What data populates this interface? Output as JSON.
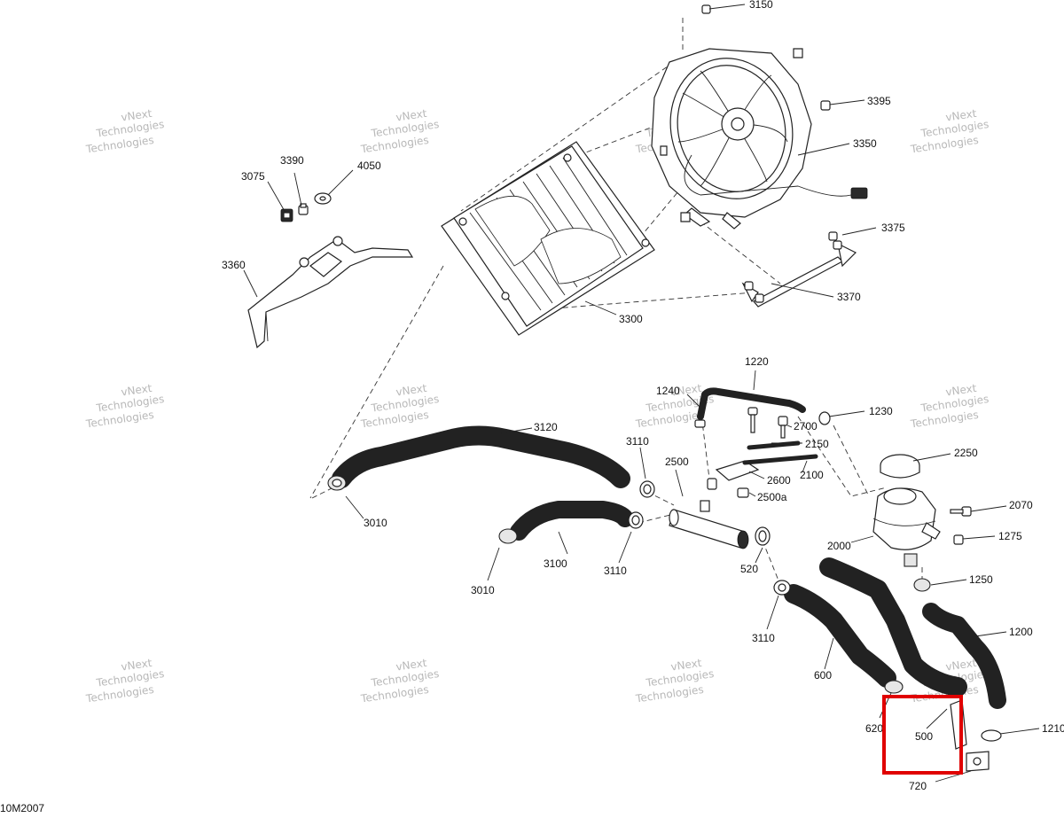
{
  "diagram": {
    "figure_code": "10M2007",
    "watermark": {
      "line1": "vNext",
      "line2": "Technologies",
      "line3": "Technologies"
    },
    "highlight_color": "#e00000",
    "callouts": [
      {
        "id": "3150",
        "label": "3150"
      },
      {
        "id": "3395",
        "label": "3395"
      },
      {
        "id": "3350",
        "label": "3350"
      },
      {
        "id": "3390",
        "label": "3390"
      },
      {
        "id": "3075",
        "label": "3075"
      },
      {
        "id": "4050",
        "label": "4050"
      },
      {
        "id": "3360",
        "label": "3360"
      },
      {
        "id": "3375",
        "label": "3375"
      },
      {
        "id": "3370",
        "label": "3370"
      },
      {
        "id": "3300",
        "label": "3300"
      },
      {
        "id": "1220",
        "label": "1220"
      },
      {
        "id": "1240",
        "label": "1240"
      },
      {
        "id": "1230",
        "label": "1230"
      },
      {
        "id": "2700",
        "label": "2700"
      },
      {
        "id": "2150",
        "label": "2150"
      },
      {
        "id": "3120",
        "label": "3120"
      },
      {
        "id": "3110a",
        "label": "3110"
      },
      {
        "id": "2500",
        "label": "2500"
      },
      {
        "id": "2600",
        "label": "2600"
      },
      {
        "id": "2100",
        "label": "2100"
      },
      {
        "id": "2250",
        "label": "2250"
      },
      {
        "id": "2500a",
        "label": "2500a"
      },
      {
        "id": "2070",
        "label": "2070"
      },
      {
        "id": "3010a",
        "label": "3010"
      },
      {
        "id": "1275",
        "label": "1275"
      },
      {
        "id": "2000",
        "label": "2000"
      },
      {
        "id": "3100",
        "label": "3100"
      },
      {
        "id": "3110b",
        "label": "3110"
      },
      {
        "id": "520",
        "label": "520"
      },
      {
        "id": "3010b",
        "label": "3010"
      },
      {
        "id": "1250",
        "label": "1250"
      },
      {
        "id": "1200",
        "label": "1200"
      },
      {
        "id": "3110c",
        "label": "3110"
      },
      {
        "id": "600",
        "label": "600"
      },
      {
        "id": "620",
        "label": "620"
      },
      {
        "id": "500",
        "label": "500"
      },
      {
        "id": "1210",
        "label": "1210"
      },
      {
        "id": "720",
        "label": "720"
      }
    ]
  }
}
